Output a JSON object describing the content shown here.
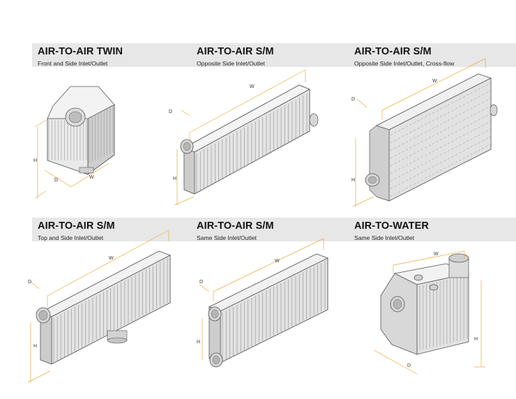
{
  "panels": [
    {
      "title": "AIR-TO-AIR TWIN",
      "subtitle": "Front and Side Inlet/Outlet",
      "labels": [
        "H",
        "D",
        "W"
      ]
    },
    {
      "title": "AIR-TO-AIR S/M",
      "subtitle": "Opposite Side Inlet/Outlet",
      "labels": [
        "W",
        "D",
        "H"
      ]
    },
    {
      "title": "AIR-TO-AIR S/M",
      "subtitle": "Opposite Side Inlet/Outlet, Cross-flow",
      "labels": [
        "W",
        "D",
        "H"
      ]
    },
    {
      "title": "AIR-TO-AIR S/M",
      "subtitle": "Top and Side Inlet/Outlet",
      "labels": [
        "W",
        "D",
        "H"
      ]
    },
    {
      "title": "AIR-TO-AIR S/M",
      "subtitle": "Same Side Inlet/Outlet",
      "labels": [
        "W",
        "D",
        "H"
      ]
    },
    {
      "title": "AIR-TO-WATER",
      "subtitle": "Same Side Inlet/Outlet",
      "labels": [
        "W",
        "H",
        "D"
      ]
    }
  ],
  "colors": {
    "dimension_line": "#e8a93a",
    "band": "#e7e7e7",
    "outline": "#555555",
    "fin": "#9a9a9a"
  }
}
